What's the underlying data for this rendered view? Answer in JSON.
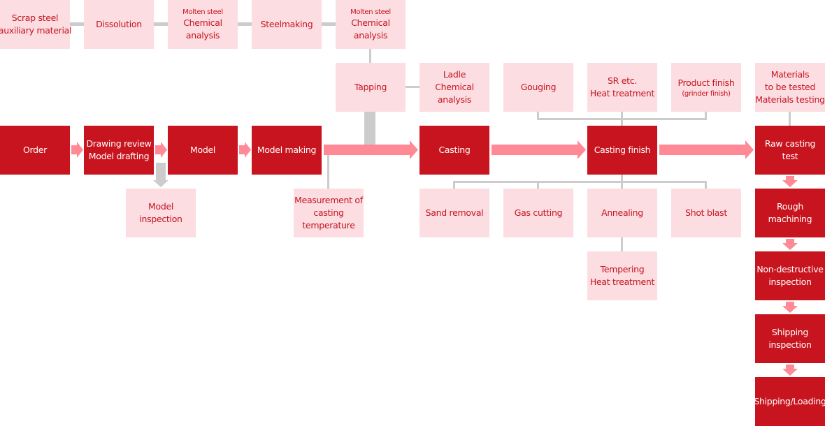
{
  "colors": {
    "dark_box": "#c8141e",
    "light_box": "#fbdde2",
    "arrow": "#ff8a96",
    "line": "#cccccc"
  },
  "steps": {
    "scrap_steel": [
      "Scrap steel",
      "auxiliary material"
    ],
    "dissolution": [
      "Dissolution"
    ],
    "molten_analysis_1": {
      "small": "Molten steel",
      "lines": [
        "Chemical",
        "analysis"
      ]
    },
    "steelmaking": [
      "Steelmaking"
    ],
    "molten_analysis_2": {
      "small": "Molten steel",
      "lines": [
        "Chemical",
        "analysis"
      ]
    },
    "tapping": [
      "Tapping"
    ],
    "ladle_analysis": [
      "Ladle",
      "Chemical",
      "analysis"
    ],
    "gouging": [
      "Gouging"
    ],
    "sr_heat": [
      "SR etc.",
      "Heat treatment"
    ],
    "product_finish": {
      "lines": [
        "Product finish"
      ],
      "small": "(grinder finish)"
    },
    "materials_testing": [
      "Materials",
      "to be tested",
      "Materials testing"
    ],
    "order": [
      "Order"
    ],
    "drawing_review": [
      "Drawing review",
      "Model drafting"
    ],
    "model": [
      "Model"
    ],
    "model_making": [
      "Model making"
    ],
    "casting": [
      "Casting"
    ],
    "casting_finish": [
      "Casting finish"
    ],
    "raw_casting_test": [
      "Raw casting",
      "test"
    ],
    "model_inspection": [
      "Model",
      "inspection"
    ],
    "measurement_temp": [
      "Measurement of",
      "casting",
      "temperature"
    ],
    "sand_removal": [
      "Sand removal"
    ],
    "gas_cutting": [
      "Gas cutting"
    ],
    "annealing": [
      "Annealing"
    ],
    "shot_blast": [
      "Shot blast"
    ],
    "tempering": [
      "Tempering",
      "Heat treatment"
    ],
    "rough_machining": [
      "Rough",
      "machining"
    ],
    "ndt": [
      "Non-destructive",
      "inspection"
    ],
    "shipping_inspection": [
      "Shipping",
      "inspection"
    ],
    "shipping_loading": [
      "Shipping/Loading"
    ]
  }
}
